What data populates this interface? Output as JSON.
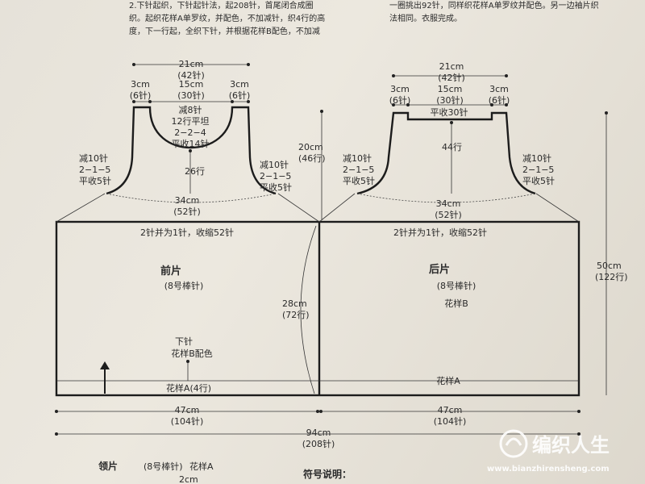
{
  "top_text": {
    "left_line1": "2.下针起织，下针起针法，起208针，首尾闭合成圈",
    "left_line2": "织。起织花样A单罗纹，并配色，不加减针，织4行的高",
    "left_line3": "度，下一行起，全织下针，并根据花样B配色，不加减",
    "right_line1": "一圈挑出92针，同样织花样A单罗纹并配色。另一边袖片织",
    "right_line2": "法相同。衣服完成。"
  },
  "front": {
    "w21_cm": "21cm",
    "w21_st": "(42针)",
    "w15_cm": "15cm",
    "w15_st": "(30针)",
    "l3_cm": "3cm",
    "l3_st": "(6针)",
    "r3_cm": "3cm",
    "r3_st": "(6针)",
    "neck1": "减8针",
    "neck2": "12行平坦",
    "neck3": "2−2−4",
    "neck4": "平收14针",
    "rows26": "26行",
    "ldec1": "减10针",
    "ldec2": "2−1−5",
    "ldec3": "平收5针",
    "rdec1": "减10针",
    "rdec2": "2−1−5",
    "rdec3": "平收5针",
    "w34_cm": "34cm",
    "w34_st": "(52针)",
    "merge": "2针并为1针，收缩52针",
    "title": "前片",
    "needle": "(8号棒针)",
    "knit": "下针",
    "pattern_b": "花样B配色",
    "pattern_a": "花样A(4行)",
    "w47_cm": "47cm",
    "w47_st": "(104针)"
  },
  "back": {
    "w21_cm": "21cm",
    "w21_st": "(42针)",
    "w15_cm": "15cm",
    "w15_st": "(30针)",
    "l3_cm": "3cm",
    "l3_st": "(6针)",
    "r3_cm": "3cm",
    "r3_st": "(6针)",
    "neck": "平收30针",
    "rows44": "44行",
    "ldec1": "减10针",
    "ldec2": "2−1−5",
    "ldec3": "平收5针",
    "rdec1": "减10针",
    "rdec2": "2−1−5",
    "rdec3": "平收5针",
    "w34_cm": "34cm",
    "w34_st": "(52针)",
    "merge": "2针并为1针，收缩52针",
    "title": "后片",
    "needle": "(8号棒针)",
    "pattern_b": "花样B",
    "pattern_a": "花样A",
    "w47_cm": "47cm",
    "w47_st": "(104针)"
  },
  "middle": {
    "h20_cm": "20cm",
    "h20_rows": "(46行)",
    "h28_cm": "28cm",
    "h28_rows": "(72行)"
  },
  "right_dim": {
    "h50_cm": "50cm",
    "h50_rows": "(122行)"
  },
  "bottom": {
    "w94_cm": "94cm",
    "w94_st": "(208针)",
    "collar": "领片",
    "collar_needle": "(8号棒针)",
    "collar_pattern": "花样A",
    "collar_cm": "2cm",
    "legend": "符号说明："
  },
  "watermark": {
    "brand": "编织人生",
    "url": "www.bianzhirensheng.com"
  }
}
